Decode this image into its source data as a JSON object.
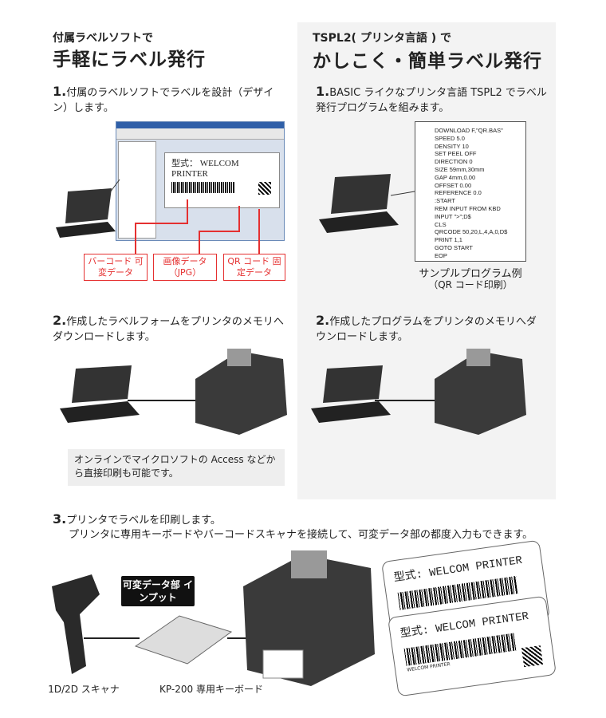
{
  "left": {
    "subtitle": "付属ラベルソフトで",
    "title": "手軽にラベル発行",
    "step1_num": "1.",
    "step1_text": "付属のラベルソフトでラベルを設計（デザイン）します。",
    "label_preview": "型式： WELCOM PRINTER",
    "callouts": [
      "バーコード 可変データ",
      "画像データ （JPG）",
      "QR コード 固定データ"
    ],
    "step2_num": "2.",
    "step2_text": "作成したラベルフォームをプリンタのメモリへダウンロードします。",
    "note": "オンラインでマイクロソフトの Access などから直接印刷も可能です。"
  },
  "right": {
    "subtitle": "TSPL2( プリンタ言語 ) で",
    "title": "かしこく・簡単ラベル発行",
    "step1_num": "1.",
    "step1_text": "BASIC ライクなプリンタ言語 TSPL2 でラベル発行プログラムを組みます。",
    "code": [
      "DOWNLOAD F,\"QR.BAS\"",
      "SPEED 5.0",
      "DENSITY 10",
      "SET PEEL OFF",
      "DIRECTION 0",
      "SIZE 59mm,30mm",
      "GAP 4mm,0.00",
      "OFFSET 0.00",
      "REFERENCE 0.0",
      ":START",
      "REM INPUT FROM KBD",
      "INPUT \">\";D$",
      "CLS",
      "QRCODE 50,20,L,4,A,0,D$",
      "PRINT 1,1",
      "GOTO START",
      "EOP"
    ],
    "code_caption_1": "サンプルプログラム例",
    "code_caption_2": "（QR コード印刷）",
    "step2_num": "2.",
    "step2_text": "作成したプログラムをプリンタのメモリへダウンロードします。"
  },
  "step3": {
    "num": "3.",
    "line1": "プリンタでラベルを印刷します。",
    "line2": "プリンタに専用キーボードやバーコードスキャナを接続して、可変データ部の都度入力もできます。",
    "input_badge": "可変データ部 インプット",
    "scanner_label": "1D/2D スキャナ",
    "keyboard_label": "KP-200 専用キーボード",
    "label_text": "型式: WELCOM PRINTER",
    "label_small": "WELCOM PRINTER"
  },
  "colors": {
    "accent_red": "#e53030",
    "panel_bg": "#f3f3f3"
  }
}
